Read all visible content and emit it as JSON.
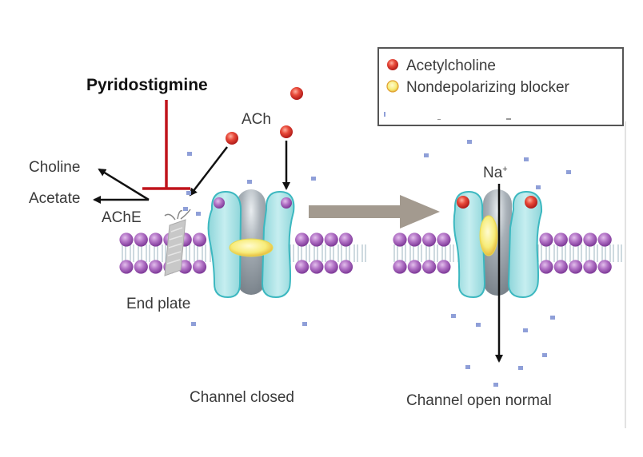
{
  "drug": {
    "name": "Pyridostigmine",
    "color": "#c0141c"
  },
  "labels": {
    "choline": "Choline",
    "acetate": "Acetate",
    "ache": "AChE",
    "ach": "ACh",
    "end_plate": "End plate",
    "na": "Na",
    "na_charge": "+",
    "channel_closed": "Channel closed",
    "channel_open": "Channel open normal"
  },
  "legend": {
    "items": [
      {
        "label": "Acetylcholine",
        "icon": "red-sphere",
        "color": "#e03a30"
      },
      {
        "label": "Nondepolarizing blocker",
        "icon": "yellow-sphere",
        "color": "#f2e060"
      }
    ]
  },
  "colors": {
    "membrane_head": "#a45cb8",
    "channel_subunit": "#a9e0e2",
    "channel_outline": "#3cb8c0",
    "channel_core": "#9aa3ab",
    "transition_arrow": "#a39a8f",
    "ion_dot": "#8f9fd8"
  }
}
